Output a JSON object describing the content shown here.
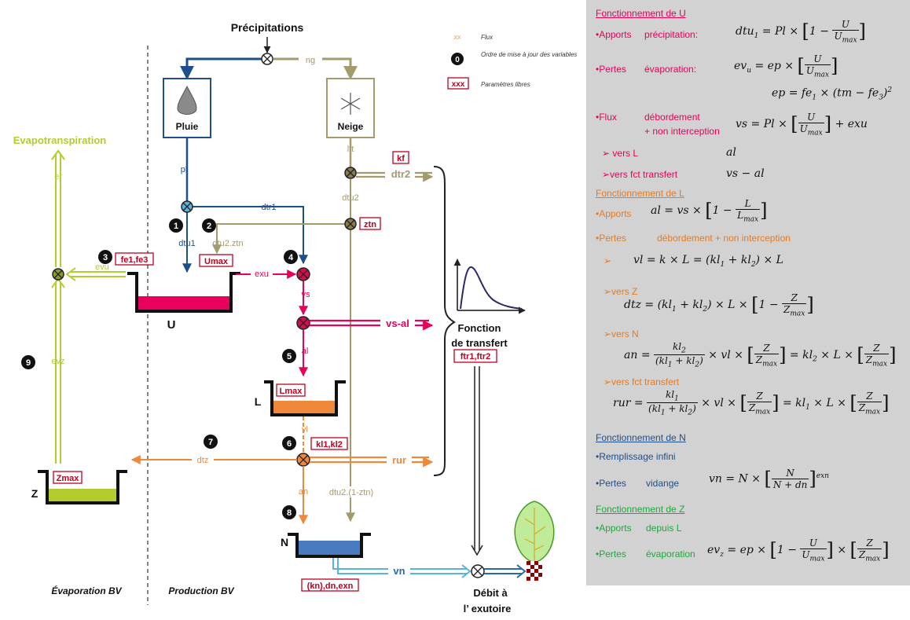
{
  "diagram": {
    "precip": "Précipitations",
    "ng": "ng",
    "pluie": "Pluie",
    "neige": "Neige",
    "legend": {
      "xx": "xx",
      "flux": "Flux",
      "zero": "0",
      "ordre": "Ordre de mise à jour des variables",
      "xxx": "xxx",
      "params": "Paramètres libres"
    },
    "evapotranspiration": "Evapotranspiration",
    "er": "er",
    "evz": "evz",
    "evu": "evu",
    "pl": "pl",
    "lft": "lft",
    "kf": "kf",
    "dtr2": "dtr2",
    "dtu2": "dtu2",
    "dtr1": "dtr1",
    "ztn": "ztn",
    "dtu1": "dtu1",
    "dtu2ztn": "dtu2.ztn",
    "fe1fe3": "fe1,fe3",
    "umax": "Umax",
    "exu": "exu",
    "vs": "vs",
    "vsal": "vs-al",
    "al": "al",
    "u": "U",
    "lmax": "Lmax",
    "l": "L",
    "vl": "vl",
    "dtz": "dtz",
    "kl1kl2": "kl1,kl2",
    "rur": "rur",
    "zmax": "Zmax",
    "z": "Z",
    "an": "an",
    "dtu2_1ztn": "dtu2.(1-ztn)",
    "n": "N",
    "vn": "vn",
    "kndnexn": "(kn),dn,exn",
    "ftr": "ftr1,ftr2",
    "fonction": "Fonction",
    "detransfert": "de transfert",
    "debit1": "Débit à",
    "debit2": "l’ exutoire",
    "evapbv": "Évaporation BV",
    "prodbv": "Production BV",
    "steps": [
      "1",
      "2",
      "3",
      "4",
      "5",
      "6",
      "7",
      "8",
      "9"
    ]
  },
  "panel": {
    "h_u": "Fonctionnement de U",
    "u_apports": "•Apports",
    "u_precip": "précipitation:",
    "u_pertes": "•Pertes",
    "u_evap": "évaporation:",
    "u_flux": "•Flux",
    "u_deb": "débordement",
    "u_nonint": "+ non interception",
    "u_versl": "➢ vers L",
    "u_versfct": "➢vers fct transfert",
    "h_l": "Fonctionnement de L",
    "l_apports": "•Apports",
    "l_pertes": "•Pertes",
    "l_deb": "débordement + non interception",
    "l_arrow": "➢",
    "l_versz": "➢vers Z",
    "l_versn": "➢vers  N",
    "l_versfct": "➢vers fct transfert",
    "h_n": "Fonctionnement de N",
    "n_remp": "•Remplissage infini",
    "n_pertes": "•Pertes",
    "n_vidange": "vidange",
    "h_z": "Fonctionnement de Z",
    "z_apports": "•Apports",
    "z_depuis": "depuis L",
    "z_pertes": "•Pertes",
    "z_evap": "évaporation"
  },
  "colors": {
    "blue": "#1f4e8c",
    "olive": "#a39a6e",
    "magenta": "#e8005a",
    "orange": "#f0883a",
    "lime": "#b5cc2e",
    "cyan": "#5ab4d8",
    "panel": "#d2d2d2",
    "param": "#c0001e"
  }
}
